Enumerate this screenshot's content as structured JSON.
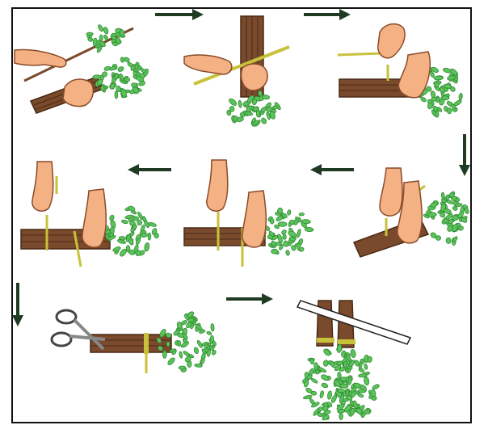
{
  "diagram": {
    "colors": {
      "skin": "#f4b183",
      "skin_outline": "#8a4b2a",
      "bark": "#7a4a2c",
      "bark_dark": "#4a2a16",
      "leaf": "#5cc35a",
      "leaf_dark": "#2f8a34",
      "twine": "#c8c23a",
      "arrow": "#1f3b24",
      "frame": "#111111"
    },
    "steps": [
      {
        "id": 1,
        "action": "hold-branch-over-bundle"
      },
      {
        "id": 2,
        "action": "place-twine-across-bundle"
      },
      {
        "id": 3,
        "action": "pull-twine-around"
      },
      {
        "id": 4,
        "action": "wrap-twine"
      },
      {
        "id": 5,
        "action": "tie-twine"
      },
      {
        "id": 6,
        "action": "tighten-knot"
      },
      {
        "id": 7,
        "action": "trim-handle-with-scissors"
      },
      {
        "id": 8,
        "action": "hang-brooms-on-pole"
      }
    ],
    "arrows": [
      {
        "from": 1,
        "to": 2,
        "direction": "right"
      },
      {
        "from": 2,
        "to": 3,
        "direction": "right"
      },
      {
        "from": 3,
        "to": 4,
        "direction": "down"
      },
      {
        "from": 4,
        "to": 5,
        "direction": "left"
      },
      {
        "from": 5,
        "to": 6,
        "direction": "left"
      },
      {
        "from": 6,
        "to": 7,
        "direction": "down"
      },
      {
        "from": 7,
        "to": 8,
        "direction": "right"
      }
    ],
    "icons": [
      "hand-icon",
      "scissors-icon",
      "twine-icon",
      "broom-icon",
      "pole-icon"
    ]
  }
}
